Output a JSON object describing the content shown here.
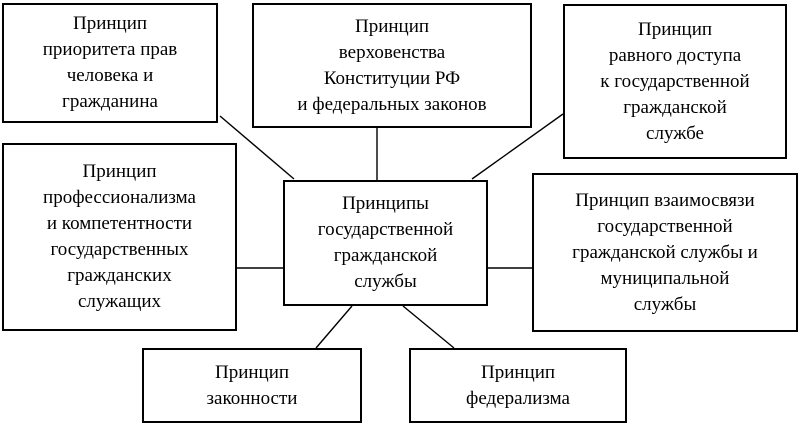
{
  "colors": {
    "background": "#ffffff",
    "box_border": "#000000",
    "text": "#000000",
    "connector": "#000000"
  },
  "boxes": {
    "central": {
      "lines": [
        "Принципы",
        "государственной",
        "гражданской",
        "службы"
      ]
    },
    "priority": {
      "lines": [
        "Принцип",
        "приоритета прав",
        "человека и",
        "гражданина"
      ]
    },
    "supremacy": {
      "lines": [
        "Принцип",
        "верховенства",
        "Конституции РФ",
        "и федеральных законов"
      ]
    },
    "equal_access": {
      "lines": [
        "Принцип",
        "равного доступа",
        "к государственной",
        "гражданской",
        "службе"
      ]
    },
    "professionalism": {
      "lines": [
        "Принцип",
        "профессионализма",
        "и компетентности",
        "государственных",
        "гражданских",
        "служащих"
      ]
    },
    "interrelation": {
      "lines": [
        "Принцип взаимосвязи",
        "государственной",
        "гражданской службы и",
        "муниципальной",
        "службы"
      ]
    },
    "legality": {
      "lines": [
        "Принцип",
        "законности"
      ]
    },
    "federalism": {
      "lines": [
        "Принцип",
        "федерализма"
      ]
    }
  },
  "edges": [
    {
      "from": "central",
      "to": "priority"
    },
    {
      "from": "central",
      "to": "supremacy"
    },
    {
      "from": "central",
      "to": "equal_access"
    },
    {
      "from": "central",
      "to": "professionalism"
    },
    {
      "from": "central",
      "to": "interrelation"
    },
    {
      "from": "central",
      "to": "legality"
    },
    {
      "from": "central",
      "to": "federalism"
    }
  ]
}
